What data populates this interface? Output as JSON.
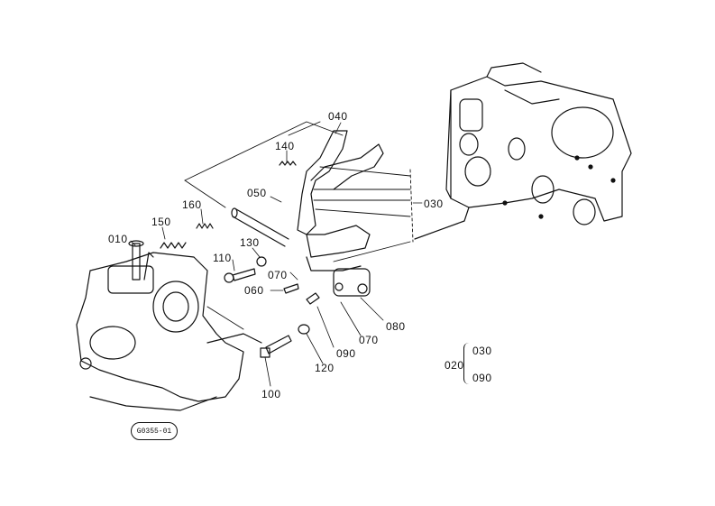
{
  "callouts": {
    "p010": "010",
    "p020": "020",
    "p030": "030",
    "p040": "040",
    "p050": "050",
    "p060": "060",
    "p070a": "070",
    "p070b": "070",
    "p080": "080",
    "p090": "090",
    "p100": "100",
    "p110": "110",
    "p120": "120",
    "p130": "130",
    "p140": "140",
    "p150": "150",
    "p160": "160"
  },
  "legend": {
    "group": "020",
    "member_a": "030",
    "member_b": "090"
  },
  "figure_code": "G0355-01"
}
